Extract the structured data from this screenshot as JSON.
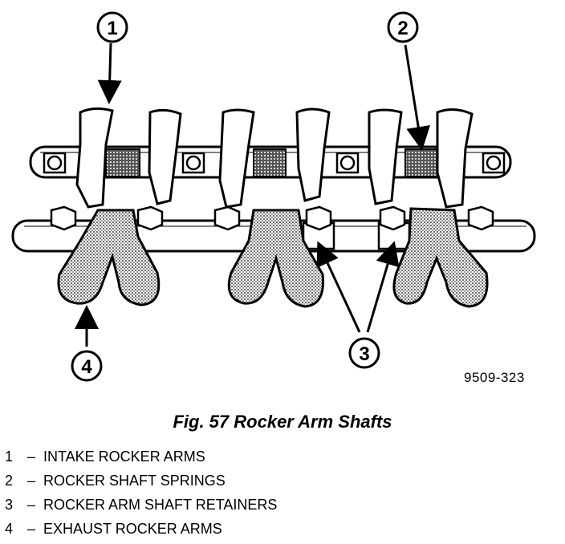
{
  "figure": {
    "code": "9509-323",
    "title": "Fig. 57 Rocker Arm Shafts"
  },
  "callouts": [
    {
      "number": "1"
    },
    {
      "number": "2"
    },
    {
      "number": "3"
    },
    {
      "number": "4"
    }
  ],
  "legend": [
    {
      "number": "1",
      "dash": "–",
      "text": "INTAKE ROCKER ARMS"
    },
    {
      "number": "2",
      "dash": "–",
      "text": "ROCKER SHAFT SPRINGS"
    },
    {
      "number": "3",
      "dash": "–",
      "text": "ROCKER ARM SHAFT RETAINERS"
    },
    {
      "number": "4",
      "dash": "–",
      "text": "EXHAUST ROCKER ARMS"
    }
  ],
  "colors": {
    "ink": "#000000",
    "paper": "#ffffff",
    "shading": "#7a7a7a"
  }
}
